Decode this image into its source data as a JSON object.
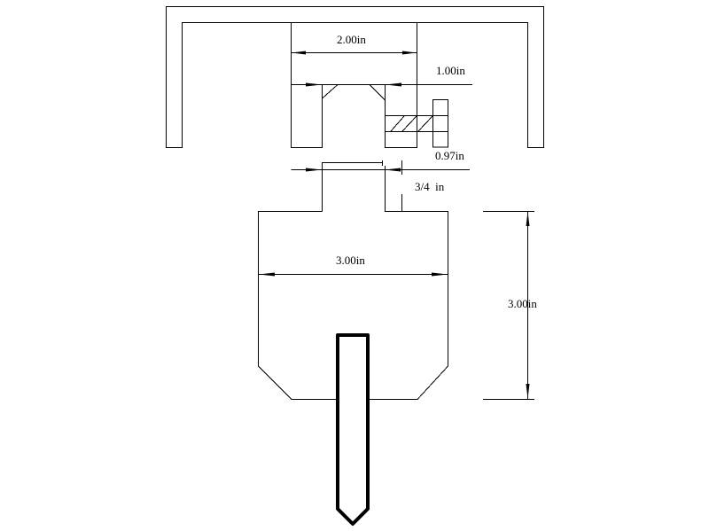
{
  "drawing": {
    "dimensions": {
      "top_width": "2.00in",
      "opening": "1.00in",
      "tab_width": "0.97in",
      "tab_height": "3/4  in",
      "body_width": "3.00in",
      "body_height": "3.00in"
    },
    "colors": {
      "line": "#000000",
      "background": "#ffffff"
    }
  }
}
